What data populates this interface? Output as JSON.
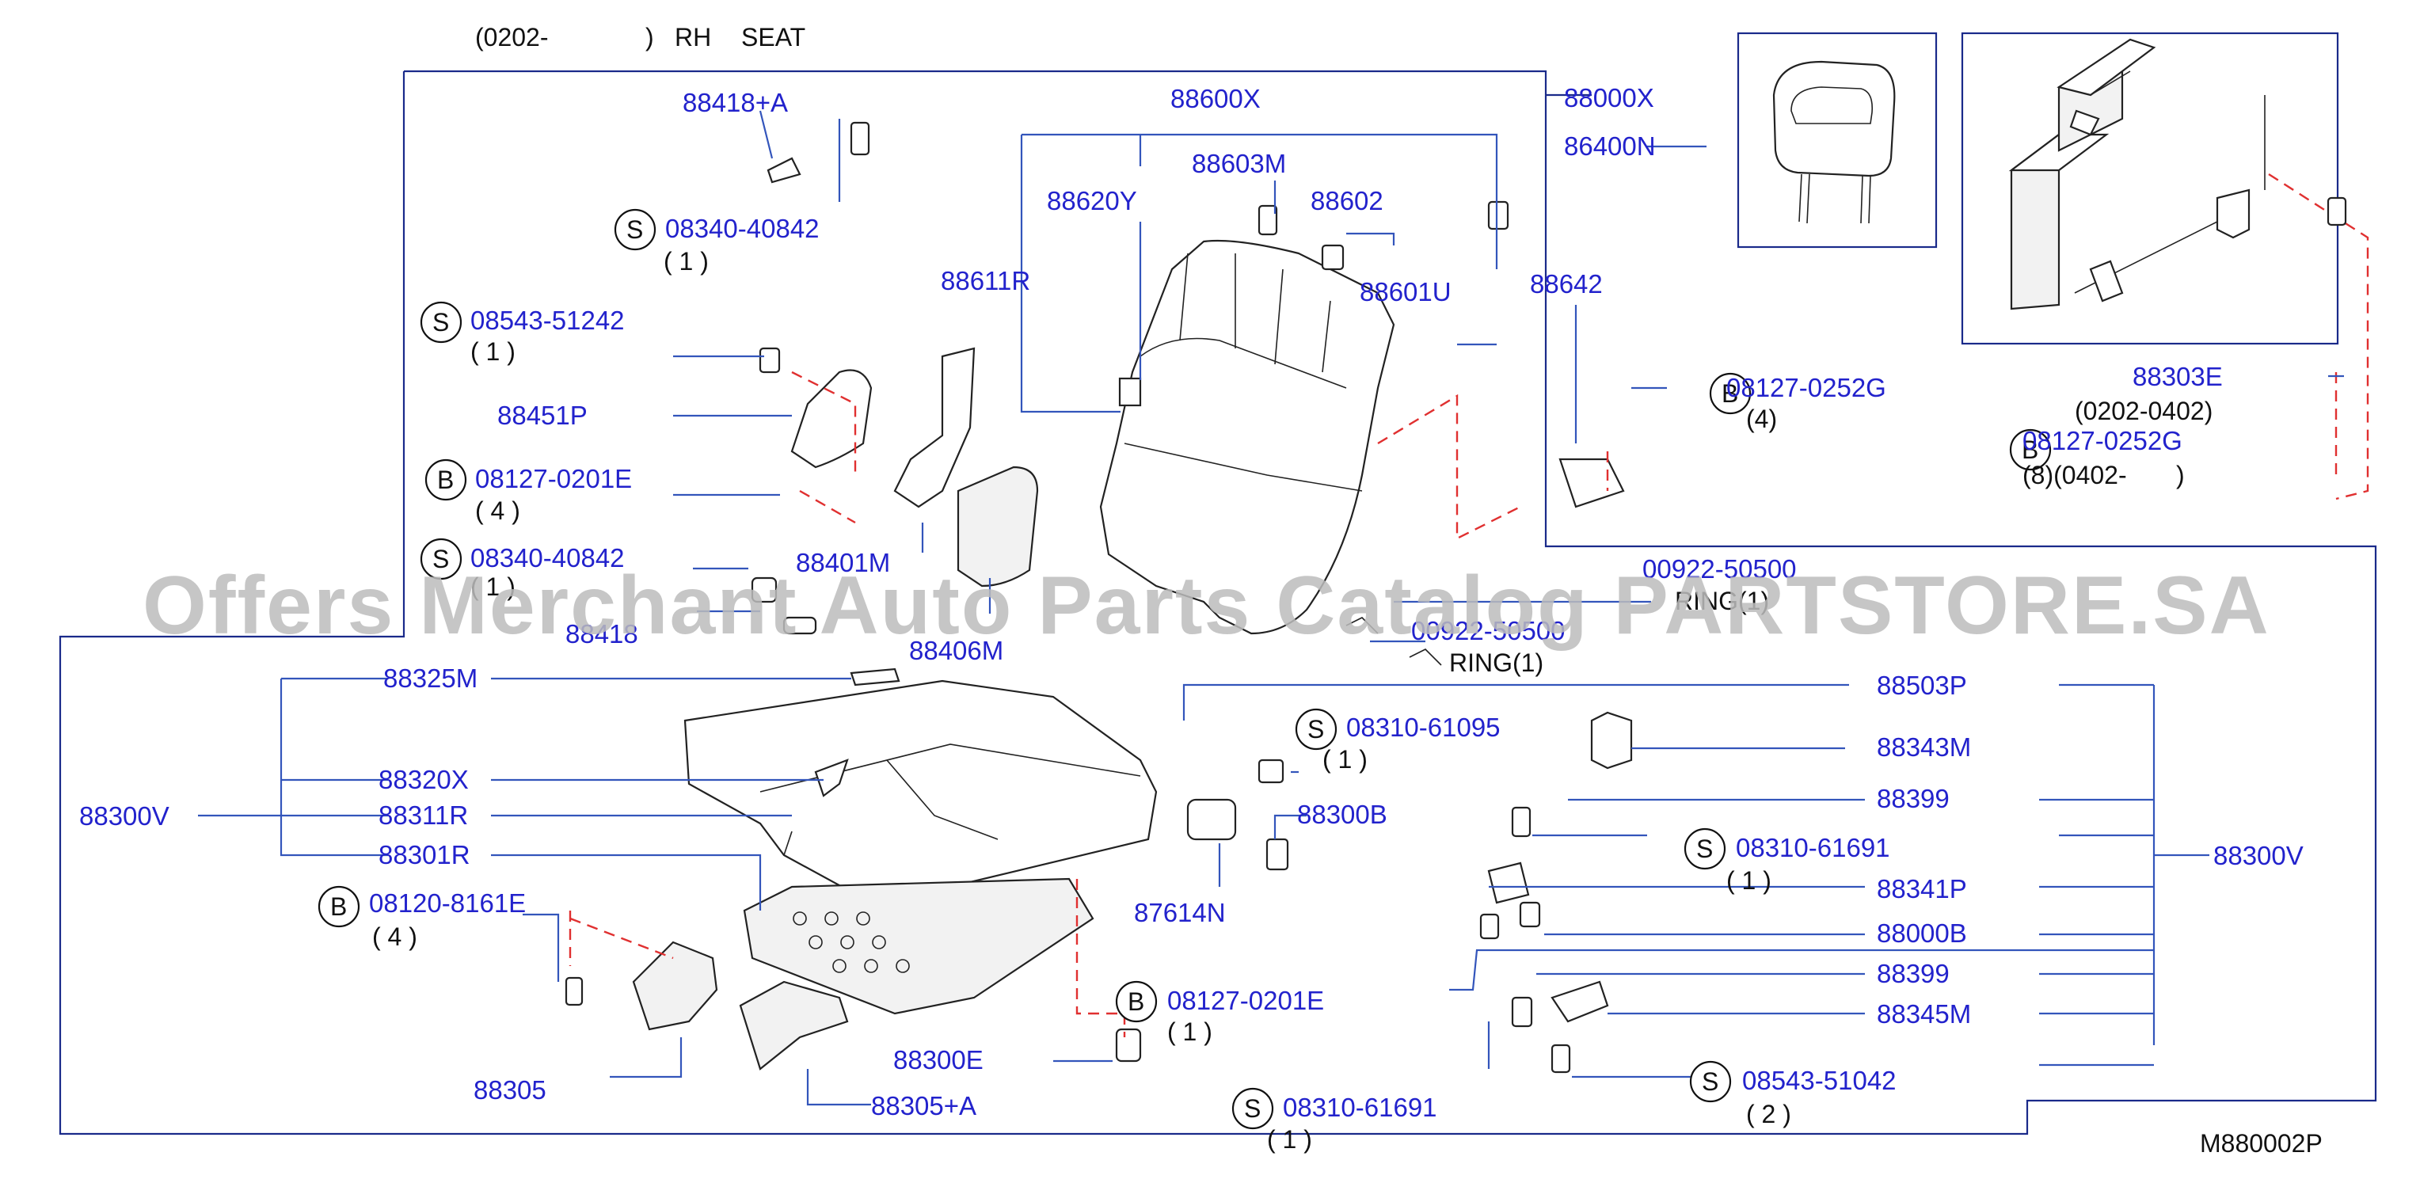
{
  "header": {
    "range": "(0202-",
    "close": ")",
    "side": "RH",
    "title": "SEAT"
  },
  "watermark": "Offers Merchant Auto Parts Catalog PARTSTORE.SA",
  "diagram_code": "M880002P",
  "callouts": {
    "p88418A": "88418+A",
    "s08340_40842_top": "08340-40842",
    "q1_a": "( 1 )",
    "s08543_51242": "08543-51242",
    "q1_b": "( 1 )",
    "p88451P": "88451P",
    "b08127_0201E_left": "08127-0201E",
    "q4_a": "( 4 )",
    "s08340_40842_mid": "08340-40842",
    "q1_c": "( 1 )",
    "p88418": "88418",
    "p88401M": "88401M",
    "p88406M": "88406M",
    "p88600X": "88600X",
    "p88603M": "88603M",
    "p88620Y": "88620Y",
    "p88602": "88602",
    "p88611R": "88611R",
    "p88601U": "88601U",
    "p88000X": "88000X",
    "p86400N": "86400N",
    "p88642": "88642",
    "b08127_0252G_mid": "08127-0252G",
    "q4_b": "(4)",
    "p88303E": "88303E",
    "r0202_0402": "(0202-0402)",
    "b08127_0252G_right": "08127-0252G",
    "q8_0402": "(8)(0402-",
    "q8_close": ")",
    "ring_code_a": "00922-50500",
    "ring_a": "RING(1)",
    "ring_code_b": "00922-50500",
    "ring_b": "RING(1)",
    "p88325M": "88325M",
    "p88320X": "88320X",
    "p88311R": "88311R",
    "p88301R": "88301R",
    "p88300V_left": "88300V",
    "b08120_8161E": "08120-8161E",
    "q4_c": "( 4 )",
    "p88305": "88305",
    "p88305A": "88305+A",
    "p88300E": "88300E",
    "s08310_61095": "08310-61095",
    "q1_d": "( 1 )",
    "p88300B": "88300B",
    "p87614N": "87614N",
    "b08127_0201E_bottom": "08127-0201E",
    "q1_e": "( 1 )",
    "s08310_61691_bottom": "08310-61691",
    "q1_f": "( 1 )",
    "p88503P": "88503P",
    "p88343M": "88343M",
    "p88399_a": "88399",
    "s08310_61691_right": "08310-61691",
    "q1_g": "( 1 )",
    "p88341P": "88341P",
    "p88000B": "88000B",
    "p88399_b": "88399",
    "p88345M": "88345M",
    "s08543_51042": "08543-51042",
    "q2": "( 2 )",
    "p88300V_right": "88300V"
  },
  "symbols": {
    "S": "S",
    "B": "B"
  },
  "colors": {
    "part_number": "#2222cc",
    "leader_line": "#3355bb",
    "frame": "#1a2a8a",
    "hidden_line": "#e03030",
    "watermark": "#bdbdbd"
  }
}
